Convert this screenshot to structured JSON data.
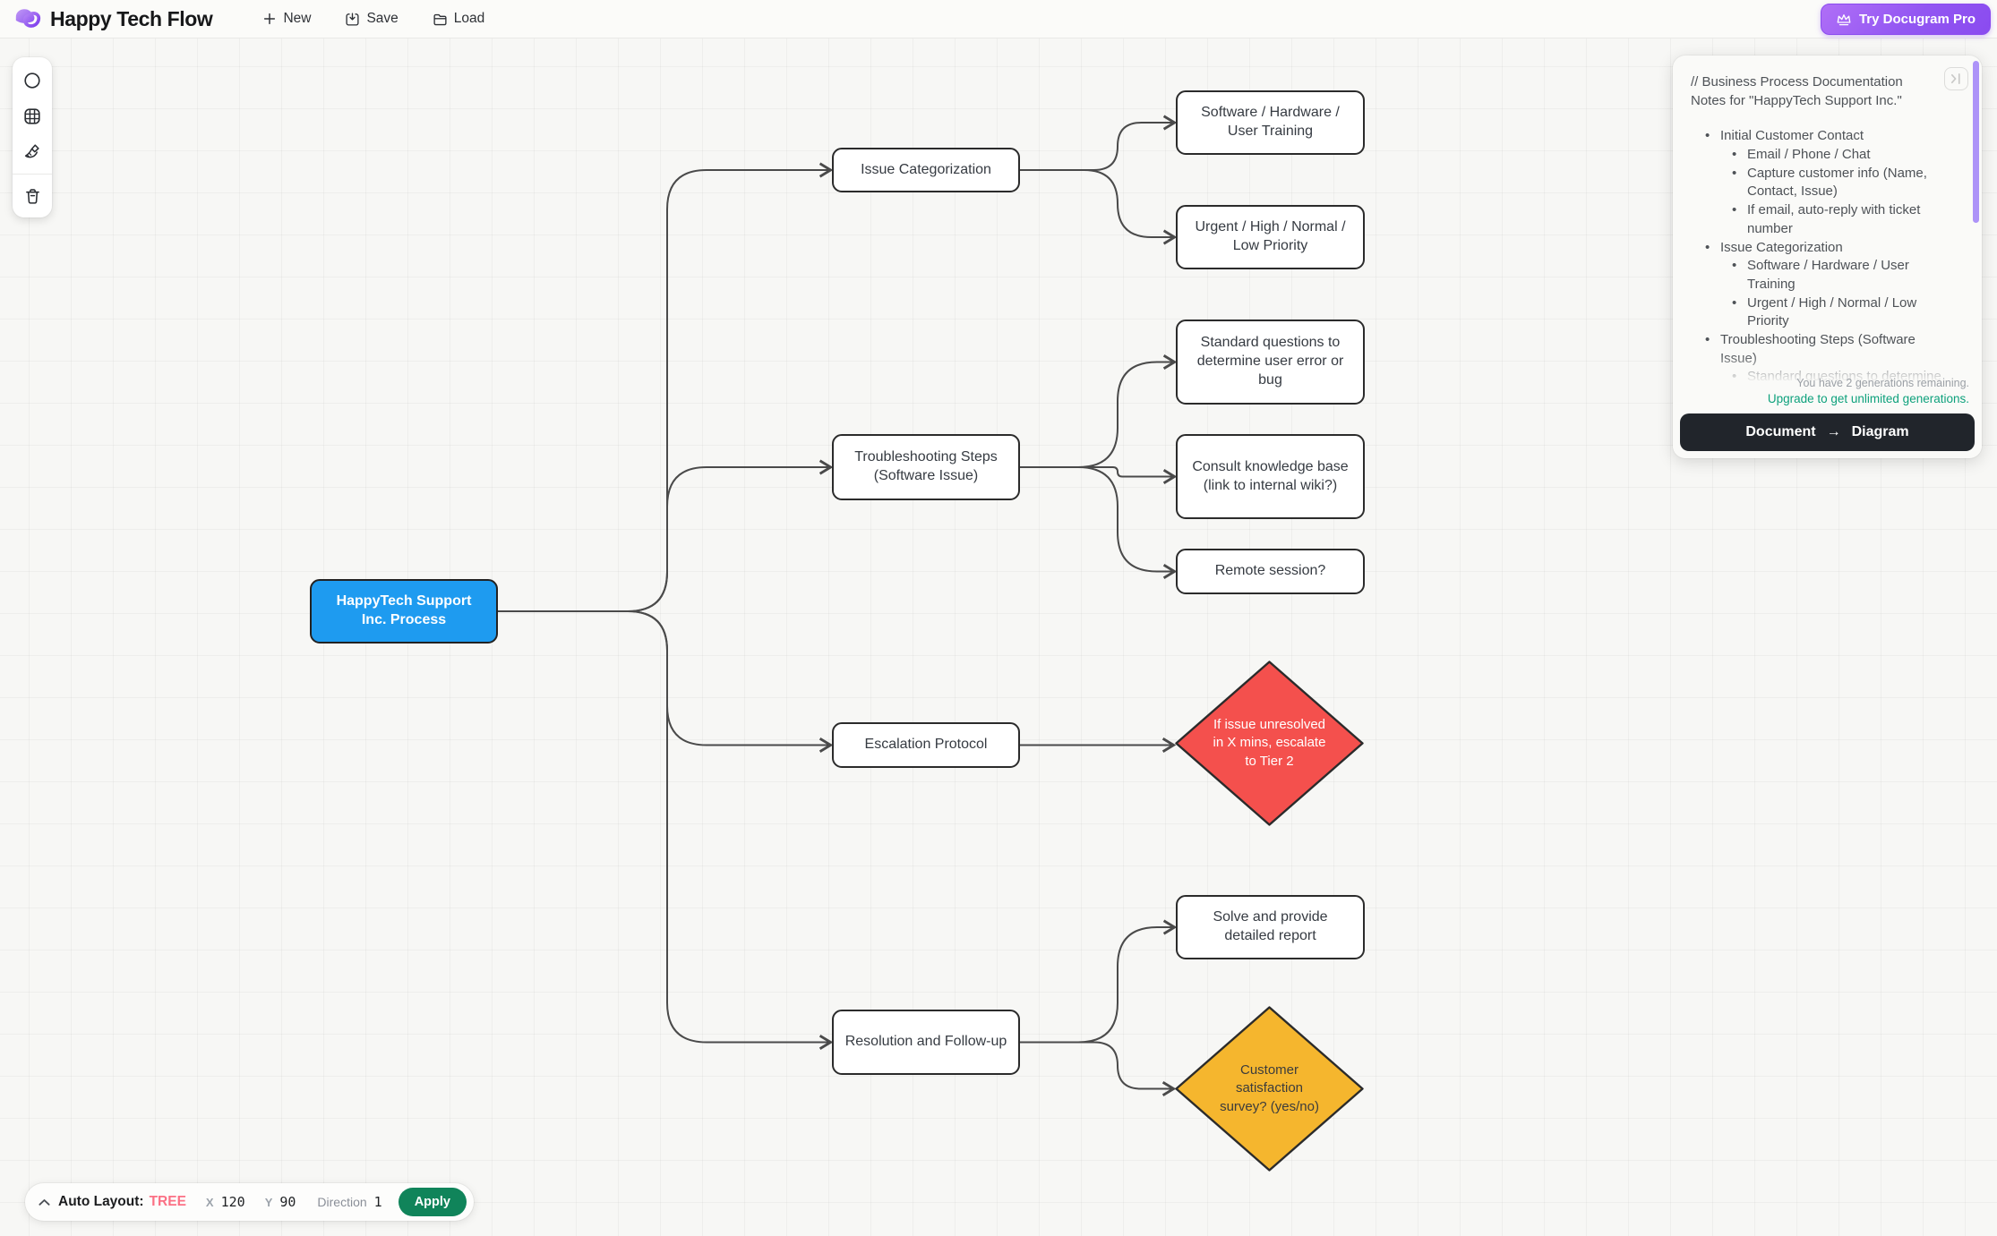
{
  "header": {
    "app_title": "Happy Tech Flow",
    "actions": [
      {
        "label": "New",
        "icon": "plus-icon"
      },
      {
        "label": "Save",
        "icon": "save-download-icon"
      },
      {
        "label": "Load",
        "icon": "folder-icon"
      }
    ],
    "pro_button_label": "Try Docugram Pro",
    "pro_icon": "crown-icon"
  },
  "toolbar": {
    "tools": [
      {
        "name": "circle-tool"
      },
      {
        "name": "grid-tool"
      },
      {
        "name": "broom-tool"
      },
      {
        "name": "trash-tool"
      }
    ]
  },
  "canvas": {
    "nodes": [
      {
        "id": "root",
        "label": "HappyTech Support Inc. Process",
        "shape": "rect",
        "variant": "root"
      },
      {
        "id": "issue",
        "label": "Issue Categorization",
        "shape": "rect",
        "variant": "default"
      },
      {
        "id": "softhw",
        "label": "Software / Hardware / User Training",
        "shape": "rect",
        "variant": "default"
      },
      {
        "id": "urgent",
        "label": "Urgent / High / Normal / Low Priority",
        "shape": "rect",
        "variant": "default"
      },
      {
        "id": "trouble",
        "label": "Troubleshooting Steps (Software Issue)",
        "shape": "rect",
        "variant": "default"
      },
      {
        "id": "standard",
        "label": "Standard questions to determine user error or bug",
        "shape": "rect",
        "variant": "default"
      },
      {
        "id": "consult",
        "label": "Consult knowledge base (link to internal wiki?)",
        "shape": "rect",
        "variant": "default"
      },
      {
        "id": "remote",
        "label": "Remote session?",
        "shape": "rect",
        "variant": "default"
      },
      {
        "id": "escalation",
        "label": "Escalation Protocol",
        "shape": "rect",
        "variant": "default"
      },
      {
        "id": "tier2",
        "label": "If issue unresolved in X mins, escalate to Tier 2",
        "shape": "diamond",
        "variant": "danger"
      },
      {
        "id": "resolution",
        "label": "Resolution and Follow-up",
        "shape": "rect",
        "variant": "default"
      },
      {
        "id": "solve",
        "label": "Solve and provide detailed report",
        "shape": "rect",
        "variant": "default"
      },
      {
        "id": "survey",
        "label": "Customer satisfaction survey? (yes/no)",
        "shape": "diamond",
        "variant": "warning"
      }
    ],
    "edges": [
      [
        "root",
        "issue"
      ],
      [
        "root",
        "trouble"
      ],
      [
        "root",
        "escalation"
      ],
      [
        "root",
        "resolution"
      ],
      [
        "issue",
        "softhw"
      ],
      [
        "issue",
        "urgent"
      ],
      [
        "trouble",
        "standard"
      ],
      [
        "trouble",
        "consult"
      ],
      [
        "trouble",
        "remote"
      ],
      [
        "escalation",
        "tier2"
      ],
      [
        "resolution",
        "solve"
      ],
      [
        "resolution",
        "survey"
      ]
    ]
  },
  "notes_panel": {
    "toggle_icon": "collapse-panel-icon",
    "title": "// Business Process Documentation\nNotes for \"HappyTech Support Inc.\"",
    "bullets": [
      {
        "indent": 0,
        "text": "Initial Customer Contact"
      },
      {
        "indent": 1,
        "text": "Email / Phone / Chat"
      },
      {
        "indent": 1,
        "text": "Capture customer info (Name, Contact, Issue)"
      },
      {
        "indent": 1,
        "text": "If email, auto-reply with ticket number"
      },
      {
        "indent": 0,
        "text": "Issue Categorization"
      },
      {
        "indent": 1,
        "text": "Software / Hardware / User Training"
      },
      {
        "indent": 1,
        "text": "Urgent / High / Normal / Low Priority"
      },
      {
        "indent": 0,
        "text": "Troubleshooting Steps (Software Issue)"
      },
      {
        "indent": 1,
        "text": "Standard questions to determine"
      }
    ],
    "generations_remaining": "You have 2 generations remaining.",
    "upgrade_link": "Upgrade to get unlimited generations.",
    "convert_button": {
      "from": "Document",
      "arrow": "→",
      "to": "Diagram"
    }
  },
  "layout_bar": {
    "collapse_icon": "chevron-up-icon",
    "label": "Auto Layout:",
    "mode": "TREE",
    "x_label": "X",
    "x_value": "120",
    "y_label": "Y",
    "y_value": "90",
    "direction_label": "Direction",
    "direction_value": "1",
    "apply_label": "Apply"
  },
  "colors": {
    "accent_purple": "#9256F2",
    "scrollbar_purple": "#AD93F8",
    "node_blue": "#1E9BF0",
    "danger_red": "#F4504D",
    "warning_yellow": "#F5B62E",
    "node_border": "#2B2B2B",
    "edge_stroke": "#4A4A4A",
    "apply_green": "#10845A",
    "tree_pink": "#FB7185",
    "link_teal": "#0EA17C",
    "convert_button_bg": "#21252B"
  }
}
